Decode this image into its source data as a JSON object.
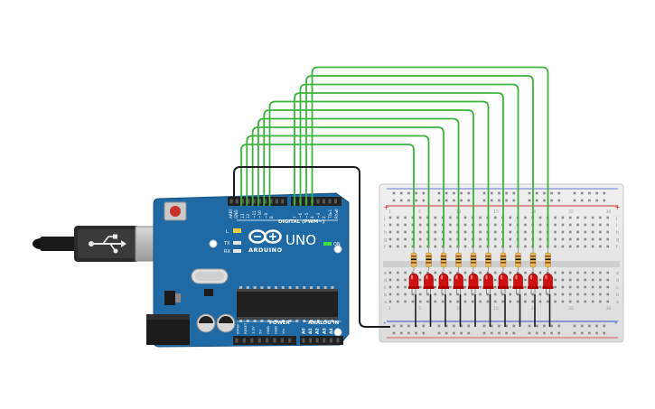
{
  "board": {
    "brand": "ARDUINO",
    "model": "UNO",
    "digital_header_label": "DIGITAL (PWM~)",
    "power_label": "POWER",
    "analog_label": "ANALOG IN",
    "on_label": "ON",
    "led_l": "L",
    "led_tx": "TX",
    "led_rx": "RX",
    "top_pins": [
      "AREF",
      "GND",
      "13",
      "12",
      "~11",
      "~10",
      "~9",
      "8",
      "7",
      "~6",
      "~5",
      "4",
      "~3",
      "2",
      "TX▸1",
      "RX◂0"
    ],
    "power_pins": [
      "IOREF",
      "RESET",
      "3.3V",
      "5V",
      "GND",
      "GND",
      "Vin"
    ],
    "analog_pins": [
      "A0",
      "A1",
      "A2",
      "A3",
      "A4",
      "A5"
    ]
  },
  "breadboard": {
    "row_letters_top": [
      "j",
      "i",
      "h",
      "g",
      "f"
    ],
    "row_letters_bottom": [
      "e",
      "d",
      "c",
      "b",
      "a"
    ],
    "column_numbers": [
      "1",
      "",
      "",
      "",
      "5",
      "",
      "",
      "",
      "",
      "10",
      "",
      "",
      "",
      "",
      "15",
      "",
      "",
      "",
      "",
      "20",
      "",
      "",
      "",
      "",
      "25",
      "",
      "",
      "",
      "",
      "30"
    ],
    "rail_plus": "+",
    "rail_minus": "-"
  },
  "colors": {
    "board_blue": "#1f6aa5",
    "wire_green": "#3cb43c",
    "wire_black": "#1c1c1c",
    "led_red": "#d01010",
    "rail_red": "#d23030",
    "rail_blue": "#3050c8"
  },
  "circuit": {
    "led_count": 10
  }
}
